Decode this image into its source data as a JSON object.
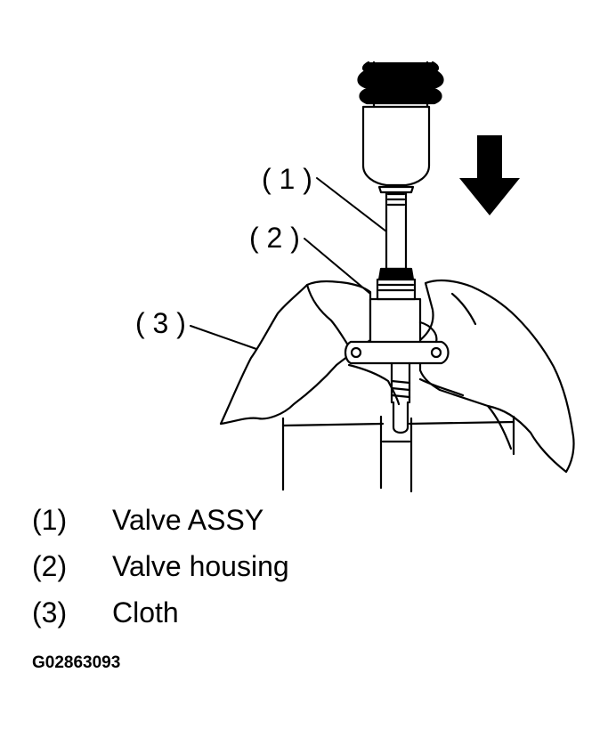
{
  "callouts": [
    {
      "id": "1",
      "text": "( 1 )"
    },
    {
      "id": "2",
      "text": "( 2 )"
    },
    {
      "id": "3",
      "text": "( 3 )"
    }
  ],
  "legend": [
    {
      "number": "(1)",
      "label": "Valve ASSY"
    },
    {
      "number": "(2)",
      "label": "Valve housing"
    },
    {
      "number": "(3)",
      "label": "Cloth"
    }
  ],
  "figure_id": "G02863093",
  "colors": {
    "ink": "#000000",
    "paper": "#ffffff"
  },
  "icons": {
    "direction_arrow": "arrow-down-icon"
  }
}
